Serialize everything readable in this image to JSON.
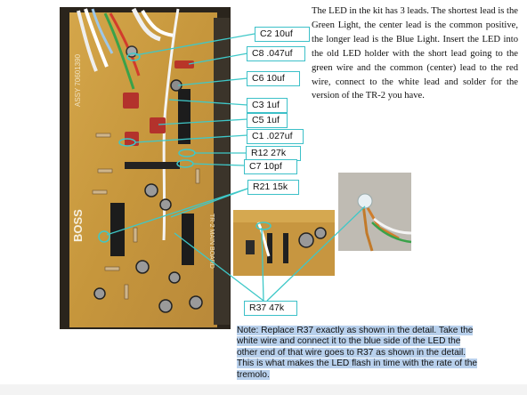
{
  "intro_text": "The LED in the kit has 3 leads. The shortest lead is the Green Light, the center lead is the common positive, the longer lead is the Blue Light. Insert the LED into the old LED holder with the short lead going to the green wire and the common (center) lead to the red wire, connect to the white lead and solder for the version of the TR-2 you have.",
  "callouts": {
    "c2": "C2 10uf",
    "c8": "C8 .047uf",
    "c6": "C6 10uf",
    "c3": "C3 1uf",
    "c5": "C5 1uf",
    "c1": "C1 .027uf",
    "r12": "R12 27k",
    "c7": "C7 10pf",
    "r21": "R21 15k",
    "r37": "R37 47k"
  },
  "note_text": "Note: Replace R37 exactly as shown in the detail. Take the white wire and connect it to the blue side of the LED the other end of that wire goes to R37 as shown in the detail. This is what makes the LED flash in time with the rate of the tremolo.",
  "board_silkscreen": {
    "brand": "BOSS",
    "assy": "ASSY 70601390",
    "model": "TR-2 MAIN BOARD"
  },
  "colors": {
    "callout_border": "#3cc0c8",
    "leader_line": "#3ec8c8",
    "note_highlight": "#b8d0ec",
    "pcb": "#c99a3e"
  }
}
